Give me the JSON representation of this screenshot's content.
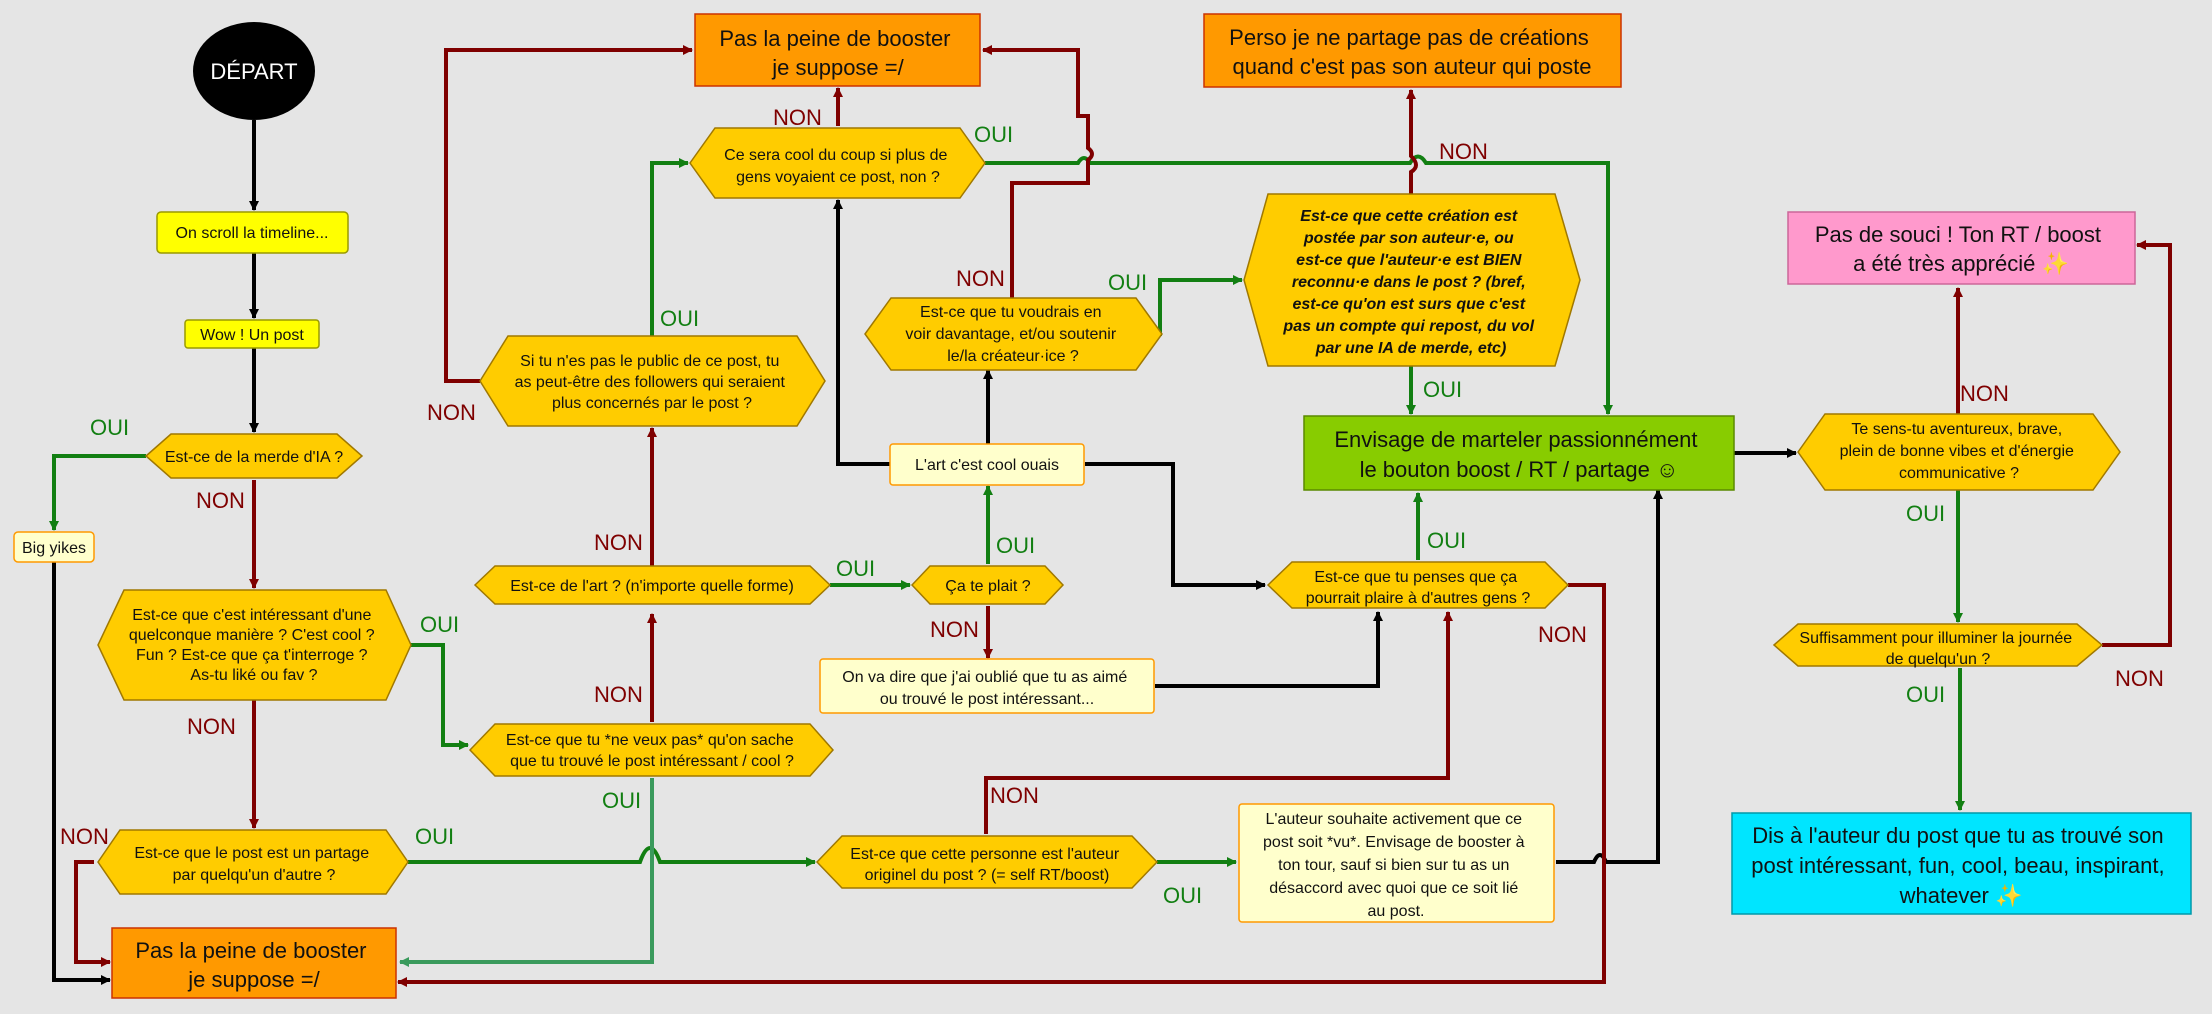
{
  "colors": {
    "background": "#e5e5e5",
    "start": "#000000",
    "step": "#ffff00",
    "question": "#ffcc00",
    "bad_end": "#ff9900",
    "info": "#ffffcc",
    "boost": "#88cc00",
    "thanks": "#ff99cc",
    "tell_author": "#00e5ff",
    "arrow_yes": "#127f12",
    "arrow_no": "#7f0000",
    "arrow_neutral": "#000000"
  },
  "nodes": {
    "depart": "DÉPART",
    "scroll": "On scroll la timeline...",
    "wow": "Wow ! Un post",
    "ia": "Est-ce de la merde d'IA ?",
    "yikes": "Big yikes",
    "interessant": [
      "Est-ce que c'est intéressant d'une",
      "quelconque manière ? C'est cool ?",
      "Fun ? Est-ce que ça t'interroge ?",
      "As-tu liké ou fav ?"
    ],
    "partage_autre": [
      "Est-ce que le post est un partage",
      "par quelqu'un d'autre ?"
    ],
    "pas_peine_bas": [
      "Pas la peine de booster",
      "je suppose =/"
    ],
    "pas_peine_haut": [
      "Pas la peine de booster",
      "je suppose =/"
    ],
    "public": [
      "Si tu n'es pas le public de ce post, tu",
      "as peut-être des followers qui seraient",
      "plus concernés par le post ?"
    ],
    "cool_plus": [
      "Ce sera cool du coup si plus de",
      "gens voyaient ce post, non ?"
    ],
    "art": "Est-ce de l'art ? (n'importe quelle forme)",
    "ne_veux_pas": [
      "Est-ce que tu *ne veux pas* qu'on sache",
      "que tu trouvé le post intéressant / cool ?"
    ],
    "ca_plait": "Ça te plait ?",
    "art_cool": "L'art c'est cool ouais",
    "voudrais": [
      "Est-ce que tu voudrais en",
      "voir davantage, et/ou soutenir",
      "le/la créateur·ice ?"
    ],
    "oublie": [
      "On va dire que j'ai oublié que tu as aimé",
      "ou trouvé le post intéressant..."
    ],
    "auteur_originel": [
      "Est-ce que cette personne est l'auteur",
      "originel du post ? (= self RT/boost)"
    ],
    "auteur_souhaite": [
      "L'auteur souhaite activement que ce",
      "post soit *vu*. Envisage de booster à",
      "ton tour, sauf si bien sur tu as un",
      "désaccord avec quoi que ce soit lié",
      "au post."
    ],
    "perso": [
      "Perso je ne partage pas de créations",
      "quand c'est pas son auteur qui poste"
    ],
    "creation": [
      "Est-ce que cette création est",
      "postée par son auteur·e, ou",
      "est-ce que l'auteur·e est BIEN",
      "reconnu·e dans le post ? (bref,",
      "est-ce qu'on est surs que c'est",
      "pas un compte qui repost, du vol",
      "par une IA de merde, etc)"
    ],
    "envisage": [
      "Envisage de marteler passionnément",
      "le bouton boost / RT / partage ☺"
    ],
    "penses": [
      "Est-ce que tu penses que ça",
      "pourrait plaire à d'autres gens ?"
    ],
    "aventureux": [
      "Te sens-tu aventureux, brave,",
      "plein de bonne vibes et d'énergie",
      "communicative ?"
    ],
    "pas_souci": [
      "Pas de souci ! Ton RT / boost",
      "a été très apprécié ✨"
    ],
    "illuminer": [
      "Suffisamment pour illuminer la journée",
      "de quelqu'un ?"
    ],
    "dis_auteur": [
      "Dis à l'auteur du post que tu as trouvé son",
      "post intéressant, fun, cool, beau, inspirant,",
      "whatever ✨"
    ]
  },
  "edge_labels": {
    "oui": "OUI",
    "non": "NON"
  }
}
